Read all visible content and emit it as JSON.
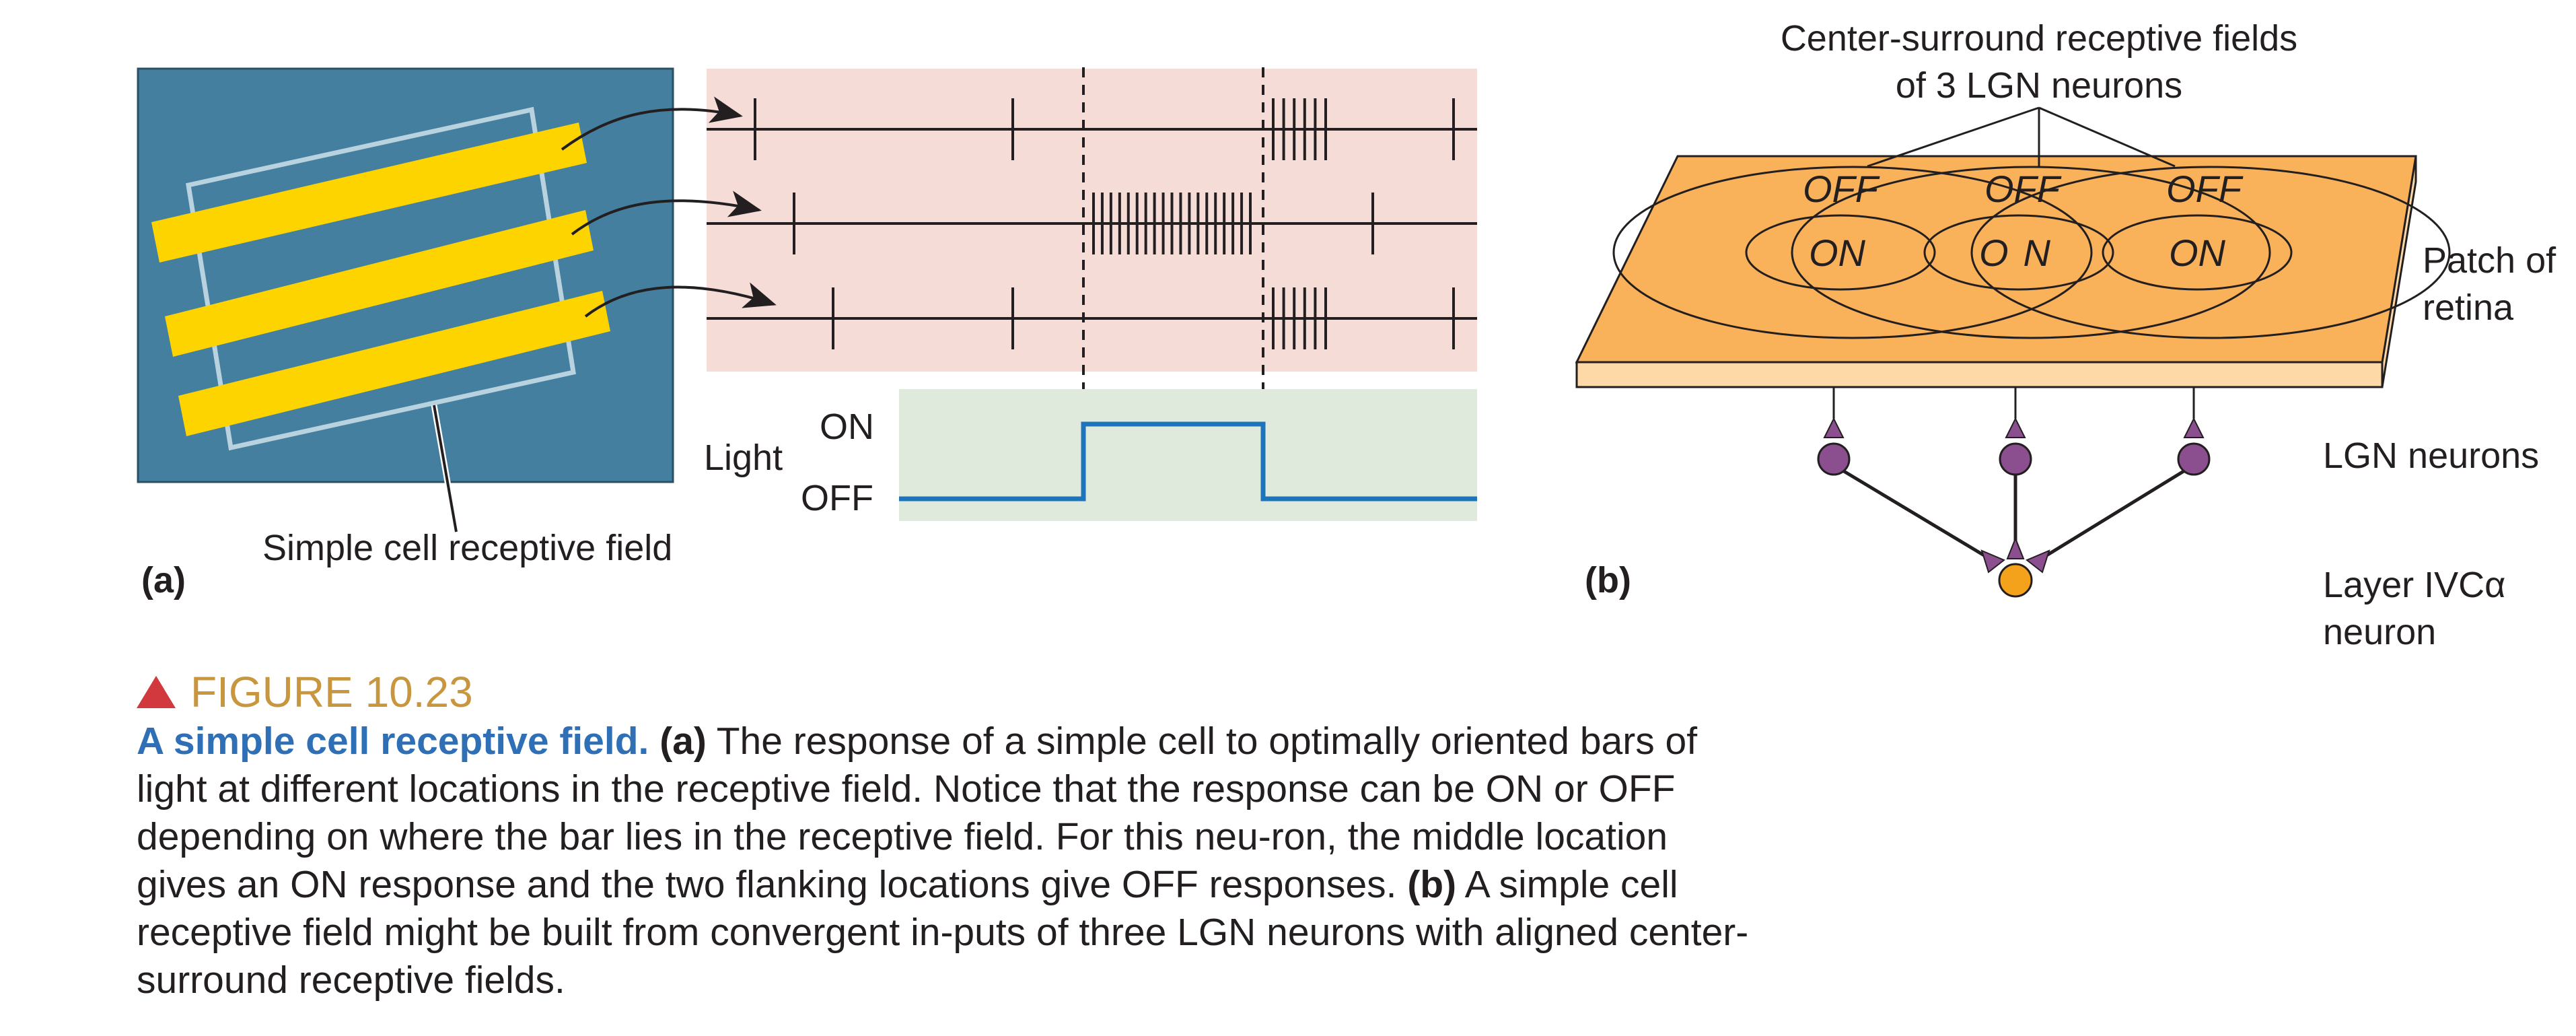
{
  "panel_a": {
    "label": "(a)",
    "receptive_field_label": "Simple cell receptive field",
    "light_label": "Light",
    "light_on_label": "ON",
    "light_off_label": "OFF"
  },
  "panel_b": {
    "label": "(b)",
    "title_line1": "Center-surround receptive fields",
    "title_line2": "of 3 LGN neurons",
    "patch_label_line1": "Patch of",
    "patch_label_line2": "retina",
    "lgn_label": "LGN neurons",
    "layer_label_line1": "Layer IVCα",
    "layer_label_line2": "neuron",
    "fields": [
      {
        "off": "OFF",
        "on": "ON"
      },
      {
        "off": "OFF",
        "on": "ON"
      },
      {
        "off": "OFF",
        "on": "ON"
      }
    ]
  },
  "caption": {
    "figure_label": "FIGURE 10.23",
    "title": "A simple cell receptive field.",
    "part_a_marker": "(a)",
    "part_a_text": " The response of a simple cell to optimally oriented bars of light at different locations in the receptive field. Notice that the response can be ON or OFF depending on where the bar lies in the receptive field. For this neu-ron, the middle location gives an ON response and the two flanking locations give OFF responses. ",
    "part_b_marker": "(b)",
    "part_b_text": " A simple cell receptive field might be built from convergent in-puts of three LGN neurons with aligned center-surround receptive fields."
  },
  "colors": {
    "stimulus_bg": "#447f9f",
    "bar": "#fdd400",
    "spike_bg": "#f5dcd6",
    "light_bg": "#dfe9dc",
    "light_trace": "#1d74bb",
    "retina": "#f9b15a",
    "retina_edge": "#fcd9a6",
    "neuron": "#8b4e8f",
    "layer_neuron": "#f4a11c",
    "figure_label": "#c8963e",
    "caption_title": "#2e6fb6",
    "triangle": "#d2393f"
  }
}
